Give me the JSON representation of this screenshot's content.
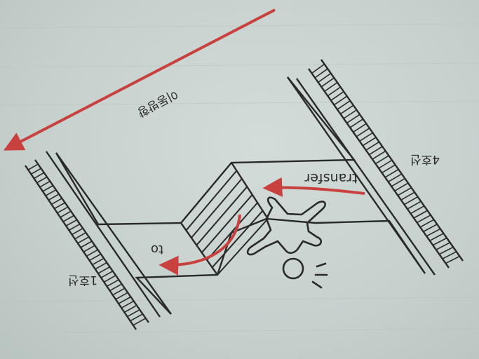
{
  "labels": {
    "top_arrow": "이동방향",
    "line_right": "4호선",
    "line_left": "1호선",
    "transfer": "transfer",
    "to": "to"
  },
  "colors": {
    "background": "#c9d3d0",
    "ink": "#2a2a2a",
    "arrow": "#c8413e"
  }
}
